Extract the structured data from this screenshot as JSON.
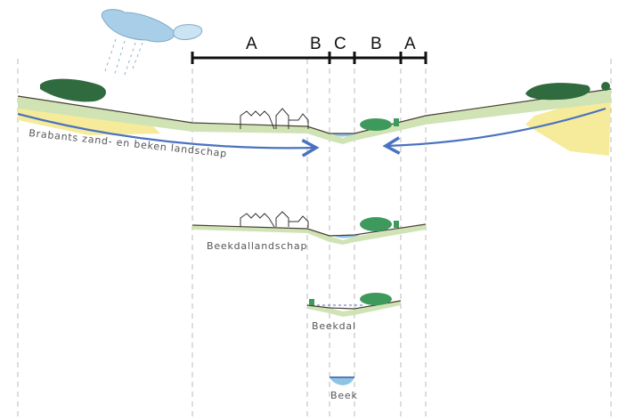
{
  "segment_bar": {
    "labels": [
      "A",
      "B",
      "C",
      "B",
      "A"
    ]
  },
  "profiles": [
    {
      "label": "Brabants zand- en beken landschap"
    },
    {
      "label": "Beekdallandschap"
    },
    {
      "label": "Beekdal"
    },
    {
      "label": "Beek"
    }
  ],
  "colors": {
    "water_arrow": "#4a72c0",
    "sand": "#f5eb9a",
    "grass": "#cfe3b5",
    "tree": "#2f7a4a",
    "water": "#8fc3e6"
  }
}
